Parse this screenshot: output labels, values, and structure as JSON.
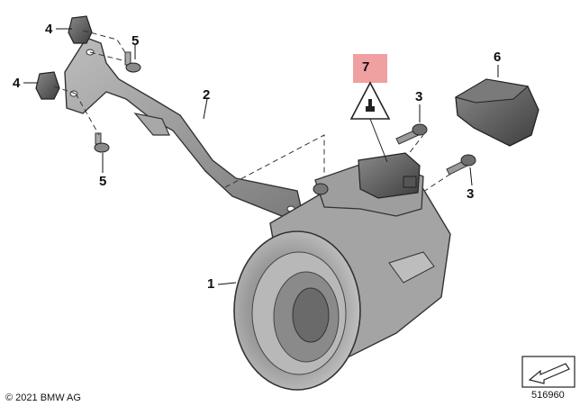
{
  "callouts": {
    "c1": "1",
    "c2": "2",
    "c3a": "3",
    "c3b": "3",
    "c4a": "4",
    "c4b": "4",
    "c5a": "5",
    "c5b": "5",
    "c6": "6",
    "c7": "7"
  },
  "footer": {
    "copyright": "© 2021 BMW AG",
    "diagram_id": "516960"
  },
  "colors": {
    "part_grey": "#9a9a9a",
    "part_dark": "#5a5a5a",
    "warning_fill": "#f0a0a0"
  }
}
